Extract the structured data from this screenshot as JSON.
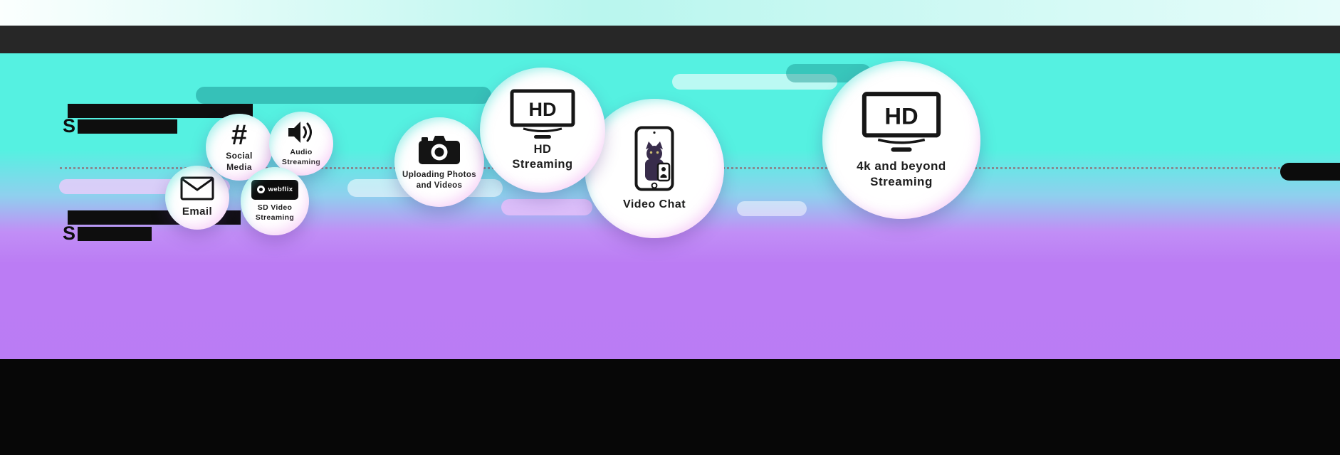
{
  "colors": {
    "background_cyan": "#55f1e1",
    "background_purple": "#bb7cf4",
    "header_bar": "#272727",
    "footer_bar": "#070707",
    "bubble_fill": "#ffffff",
    "ink": "#1d1d1d",
    "pill_teal": "#17928f",
    "pill_lavender": "#e8cdfa"
  },
  "timeline": {
    "partial_label_top": "S",
    "partial_label_bottom": "S"
  },
  "bubbles": [
    {
      "name": "email",
      "label": "Email"
    },
    {
      "name": "social-media",
      "label": "Social\nMedia",
      "glyph": "#"
    },
    {
      "name": "audio-streaming",
      "label": "Audio\nStreaming"
    },
    {
      "name": "sd-video-streaming",
      "label": "SD Video\nStreaming",
      "badge_text": "webflix"
    },
    {
      "name": "uploading-photos-and-videos",
      "label": "Uploading Photos\nand Videos"
    },
    {
      "name": "hd-streaming",
      "label": "HD\nStreaming",
      "tv_text": "HD"
    },
    {
      "name": "video-chat",
      "label": "Video Chat"
    },
    {
      "name": "4k-and-beyond-streaming",
      "label": "4k and beyond\nStreaming",
      "tv_text": "HD"
    }
  ]
}
